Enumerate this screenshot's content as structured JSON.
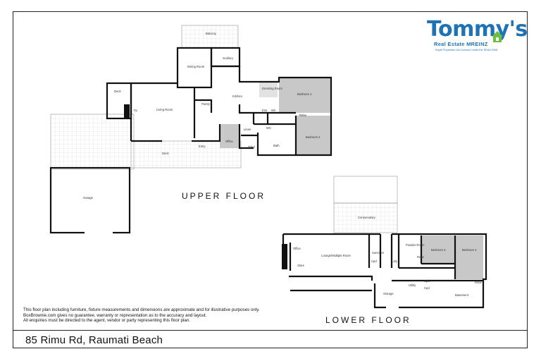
{
  "logo": {
    "brand": "Tommy's",
    "subtitle": "Real Estate MREINZ",
    "fine_print": "Kapiti Properties Ltd Licensed under the REAA 2008"
  },
  "floors": {
    "upper_title": "UPPER FLOOR",
    "lower_title": "LOWER FLOOR"
  },
  "rooms": {
    "balcony": "Balcony",
    "dining": "Dining Room",
    "scullery": "Scullery",
    "kitchen": "Kitchen",
    "dressing": "Dressing Room",
    "bedroom1": "Bedroom 1",
    "deck_small": "Deck",
    "fp": "Fp",
    "living": "Living Room",
    "pantry": "Pantry",
    "ens": "Ens",
    "wir": "Wir",
    "robe1": "Robe",
    "office_upper": "Office",
    "linen": "Linen",
    "wc": "WC",
    "bath": "Bath",
    "toilet": "Toilet",
    "entry": "Entry",
    "bedroom2": "Bedroom 2",
    "deck": "Deck",
    "garage": "Garage",
    "conservatory": "Conservatory",
    "office_lower": "Office",
    "lounge": "Lounge/Multiple Room",
    "store": "Store",
    "sunroom": "Sunroom",
    "powder": "Powder Room",
    "robe2": "Robe",
    "bedroom3": "Bedroom 3",
    "bedroom4": "Bedroom 4",
    "cpd": "Cpd",
    "ldry": "Ldry",
    "utility": "Utility",
    "storage": "Storage",
    "cpd1": "Cpd",
    "cpd2": "Cpd",
    "robe3": "Robe",
    "basement": "Basement"
  },
  "disclaimer": [
    "This floor plan including furniture, fixture measurements and dimensions are approximate and for illustrative purposes only.",
    "BoxBrownie.com gives no guarantee, warranty or representation as to the accuracy and layout.",
    "All enquiries must be directed to the agent, vendor or party representing this floor plan."
  ],
  "address": "85 Rimu Rd, Raumati Beach",
  "colors": {
    "wall": "#111111",
    "room_grey": "#c8c8c8",
    "deck_grid": "#d6d6d6",
    "brand_blue": "#1e73b8",
    "brand_green": "#6cbf3f"
  }
}
